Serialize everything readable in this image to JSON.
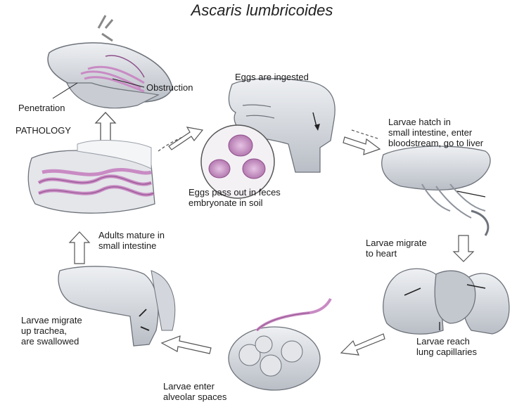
{
  "title": "Ascaris lumbricoides",
  "labels": {
    "obstruction": "Obstruction",
    "penetration": "Penetration",
    "pathology": "PATHOLOGY",
    "eggs_ingested": "Eggs are ingested",
    "larvae_hatch": "Larvae hatch in\nsmall intestine, enter\nbloodstream, go to liver",
    "eggs_pass": "Eggs pass out in feces\nembryonate in soil",
    "adults_mature": "Adults mature in\nsmall intestine",
    "larvae_heart": "Larvae migrate\nto heart",
    "larvae_trachea": "Larvae migrate\nup trachea,\nare swallowed",
    "lung_capillaries": "Larvae reach\nlung capillaries",
    "alveolar": "Larvae enter\nalveolar spaces"
  },
  "colors": {
    "worm": "#c98bc4",
    "worm_dark": "#8e4f8a",
    "tissue": "#d3d6dc",
    "tissue_dark": "#8e939c",
    "arrow": "#555555"
  }
}
